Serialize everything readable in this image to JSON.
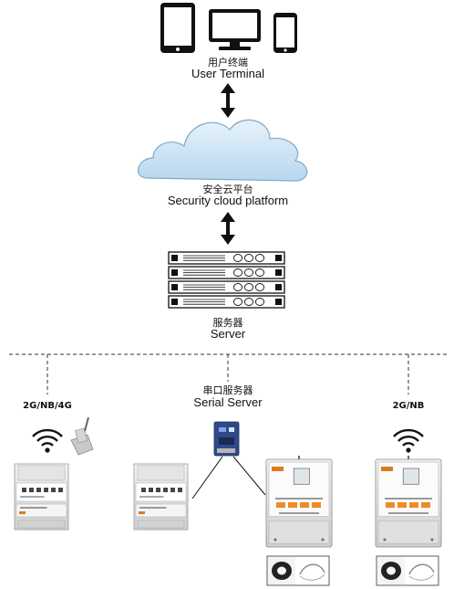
{
  "terminal": {
    "label_cn": "用户终端",
    "label_en": "User Terminal"
  },
  "cloud": {
    "label_cn": "安全云平台",
    "label_en": "Security cloud platform"
  },
  "server": {
    "label_cn": "服务器",
    "label_en": "Server"
  },
  "serial_server": {
    "label_cn": "串口服务器",
    "label_en": "Serial Server"
  },
  "left_network": {
    "label": "2G/NB/4G"
  },
  "right_network": {
    "label": "2G/NB"
  },
  "colors": {
    "cloud_fill": "#cde3f2",
    "cloud_stroke": "#7fa8c6",
    "arrow": "#111111",
    "device_grey": "#dcdcdc",
    "button_orange": "#f08a2a",
    "brand_orange": "#e07a1f",
    "dashed_line": "#333333"
  }
}
